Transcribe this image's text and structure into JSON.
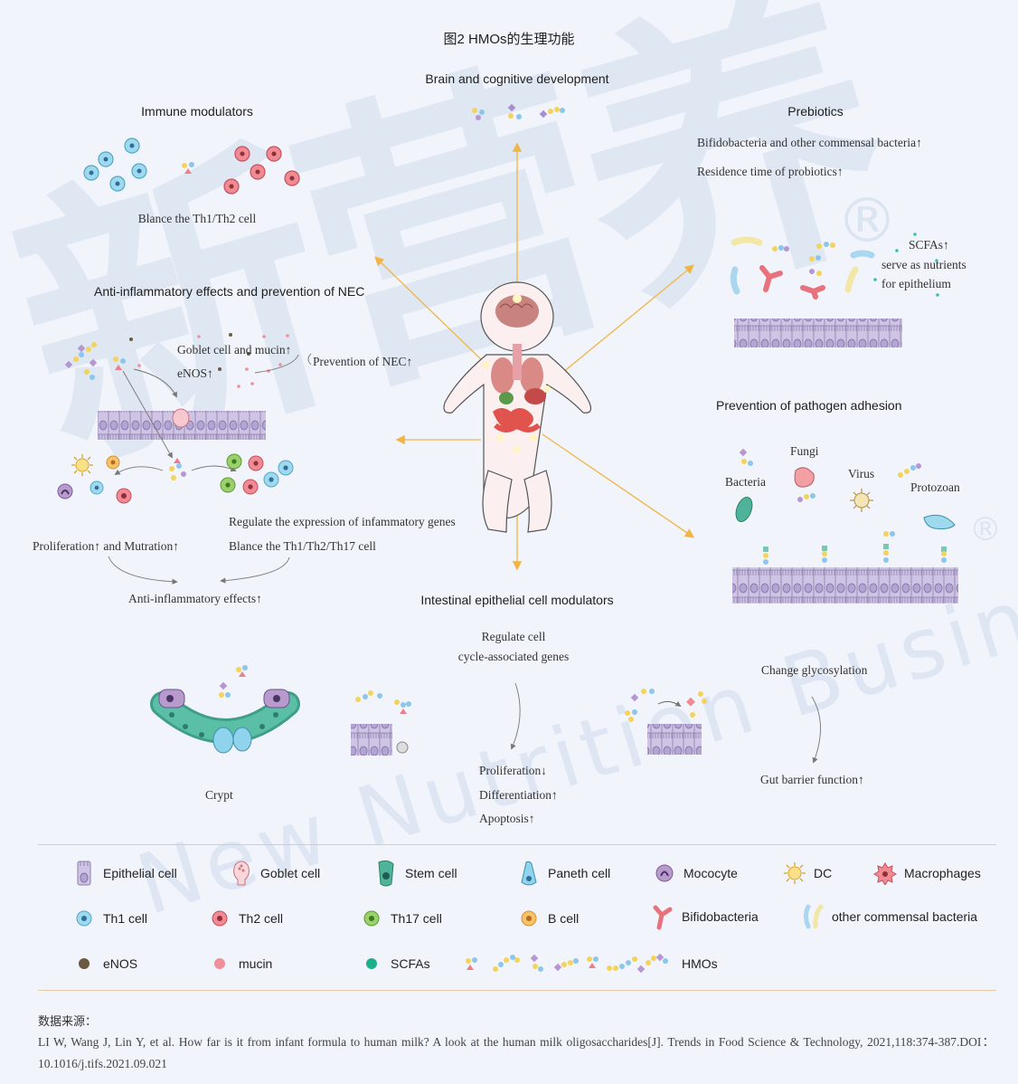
{
  "figure_title": "图2 HMOs的生理功能",
  "watermark": {
    "cn": "新营养",
    "en": "New Nutrition Business",
    "mark": "®"
  },
  "sections": {
    "brain": {
      "title": "Brain and cognitive development"
    },
    "immune": {
      "title": "Immune modulators",
      "caption": "Blance the Th1/Th2 cell"
    },
    "prebiotics": {
      "title": "Prebiotics",
      "line1": "Bifidobacteria and other commensal bacteria↑",
      "line2": "Residence time of probiotics↑",
      "scfa1": "SCFAs↑",
      "scfa2": "serve as nutrients",
      "scfa3": "for epithelium"
    },
    "anti_inflammatory": {
      "title": "Anti-inflammatory effects and prevention of NEC",
      "goblet": "Goblet cell and mucin↑",
      "enos": "eNOS↑",
      "nec": "Prevention of NEC↑",
      "regulate": "Regulate the expression of infammatory genes",
      "prolif": "Proliferation↑ and Mutration↑",
      "balance": "Blance the Th1/Th2/Th17 cell",
      "effects": "Anti-inflammatory effects↑"
    },
    "pathogen": {
      "title": "Prevention of pathogen adhesion",
      "fungi": "Fungi",
      "bacteria": "Bacteria",
      "virus": "Virus",
      "protozoan": "Protozoan",
      "glyco": "Change glycosylation",
      "barrier": "Gut barrier function↑"
    },
    "intestinal": {
      "title": "Intestinal epithelial cell modulators",
      "regulate1": "Regulate cell",
      "regulate2": "cycle-associated genes",
      "prolif": "Proliferation↓",
      "diff": "Differentiation↑",
      "apop": "Apoptosis↑",
      "crypt": "Crypt"
    }
  },
  "legend": [
    {
      "icon": "epithelial-cell-icon",
      "label": "Epithelial cell"
    },
    {
      "icon": "goblet-cell-icon",
      "label": "Goblet cell"
    },
    {
      "icon": "stem-cell-icon",
      "label": "Stem cell"
    },
    {
      "icon": "paneth-cell-icon",
      "label": "Paneth cell"
    },
    {
      "icon": "mococyte-icon",
      "label": "Mococyte"
    },
    {
      "icon": "dc-icon",
      "label": "DC"
    },
    {
      "icon": "macrophage-icon",
      "label": "Macrophages"
    },
    {
      "icon": "th1-cell-icon",
      "label": "Th1 cell"
    },
    {
      "icon": "th2-cell-icon",
      "label": "Th2 cell"
    },
    {
      "icon": "th17-cell-icon",
      "label": "Th17 cell"
    },
    {
      "icon": "b-cell-icon",
      "label": "B cell"
    },
    {
      "icon": "bifidobacteria-icon",
      "label": "Bifidobacteria"
    },
    {
      "icon": "commensal-bacteria-icon",
      "label": "other commensal bacteria"
    },
    {
      "icon": "enos-icon",
      "label": "eNOS"
    },
    {
      "icon": "mucin-icon",
      "label": "mucin"
    },
    {
      "icon": "scfa-icon",
      "label": "SCFAs"
    },
    {
      "icon": "hmo-icon",
      "label": "HMOs"
    }
  ],
  "source": {
    "title": "数据来源：",
    "text": "LI W, Wang J, Lin Y, et al. How far is it from infant formula to human milk? A look at the human milk oligosaccharides[J]. Trends in Food Science & Technology, 2021,118:374-387.DOI：10.1016/j.tifs.2021.09.021"
  },
  "colors": {
    "arrow": "#f0b544",
    "th1": "#8fd3ec",
    "th2": "#ee7f8a",
    "th17": "#9cd06a",
    "bcell": "#f5b041",
    "epithelium": "#c9bde0",
    "stem": "#4fb39a",
    "divider": "#e9c9a3"
  }
}
